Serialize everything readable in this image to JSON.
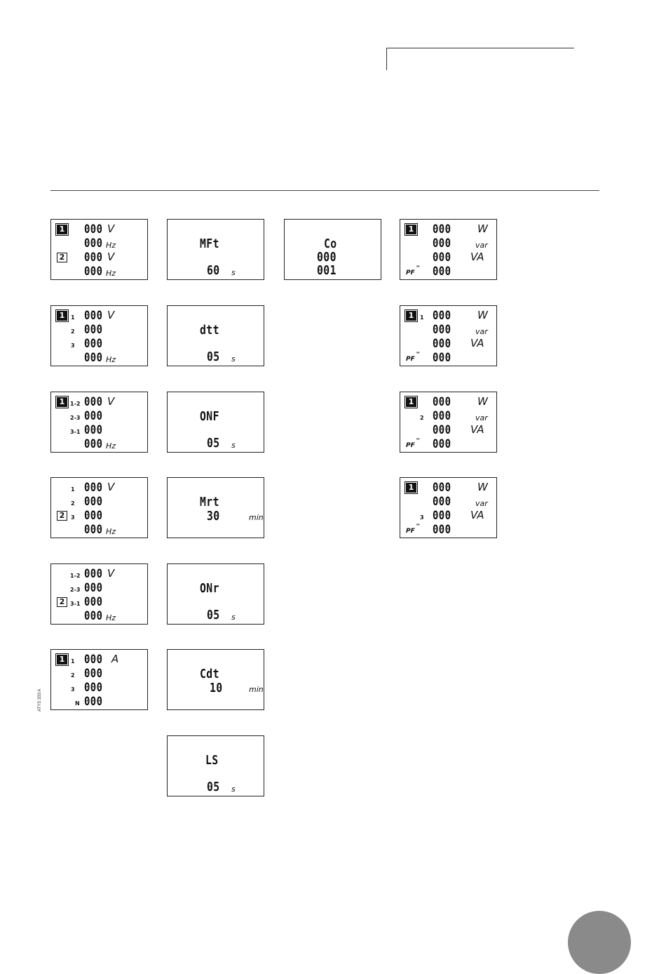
{
  "ref_code": "ATYS 333 A",
  "screens": {
    "v_src": {
      "src1": "1",
      "src2": "2",
      "v1": "000",
      "v_unit": "V",
      "f1": "000",
      "f_unit": "Hz",
      "v2": "000",
      "f2": "000"
    },
    "v_ph1": {
      "src": "1",
      "l1": "1",
      "l2": "2",
      "l3": "3",
      "v1": "000",
      "v2": "000",
      "v3": "000",
      "f": "000",
      "v_unit": "V",
      "f_unit": "Hz"
    },
    "v_ll1": {
      "src": "1",
      "l1": "1-2",
      "l2": "2-3",
      "l3": "3-1",
      "v1": "000",
      "v2": "000",
      "v3": "000",
      "f": "000",
      "v_unit": "V",
      "f_unit": "Hz"
    },
    "v_ph2": {
      "src": "2",
      "l1": "1",
      "l2": "2",
      "l3": "3",
      "v1": "000",
      "v2": "000",
      "v3": "000",
      "f": "000",
      "v_unit": "V",
      "f_unit": "Hz"
    },
    "v_ll2": {
      "src": "2",
      "l1": "1-2",
      "l2": "2-3",
      "l3": "3-1",
      "v1": "000",
      "v2": "000",
      "v3": "000",
      "f": "000",
      "v_unit": "V",
      "f_unit": "Hz"
    },
    "amps": {
      "src": "1",
      "l1": "1",
      "l2": "2",
      "l3": "3",
      "ln": "N",
      "i1": "000",
      "i2": "000",
      "i3": "000",
      "in": "000",
      "unit": "A"
    },
    "t_mft": {
      "name": "MFt",
      "value": "60",
      "unit": "s"
    },
    "t_dtt": {
      "name": "dtt",
      "value": "05",
      "unit": "s"
    },
    "t_onf": {
      "name": "ONF",
      "value": "05",
      "unit": "s"
    },
    "t_mrt": {
      "name": "Mrt",
      "value": "30",
      "unit": "min"
    },
    "t_onr": {
      "name": "ONr",
      "value": "05",
      "unit": "s"
    },
    "t_cdt": {
      "name": "Cdt",
      "value": "10",
      "unit": "min"
    },
    "t_ls": {
      "name": "LS",
      "value": "05",
      "unit": "s"
    },
    "counters": {
      "name": "Co",
      "c1": "000",
      "c2": "001"
    },
    "p_total": {
      "src": "1",
      "phase": "",
      "p": "000",
      "q": "000",
      "s": "000",
      "pf": "000",
      "p_unit": "W",
      "q_unit": "var",
      "s_unit": "VA",
      "pf_label": "PF"
    },
    "p_ph1": {
      "src": "1",
      "phase": "1",
      "p": "000",
      "q": "000",
      "s": "000",
      "pf": "000",
      "p_unit": "W",
      "q_unit": "var",
      "s_unit": "VA",
      "pf_label": "PF"
    },
    "p_ph2": {
      "src": "1",
      "phase": "2",
      "p": "000",
      "q": "000",
      "s": "000",
      "pf": "000",
      "p_unit": "W",
      "q_unit": "var",
      "s_unit": "VA",
      "pf_label": "PF"
    },
    "p_ph3": {
      "src": "1",
      "phase": "3",
      "p": "000",
      "q": "000",
      "s": "000",
      "pf": "000",
      "p_unit": "W",
      "q_unit": "var",
      "s_unit": "VA",
      "pf_label": "PF"
    }
  }
}
